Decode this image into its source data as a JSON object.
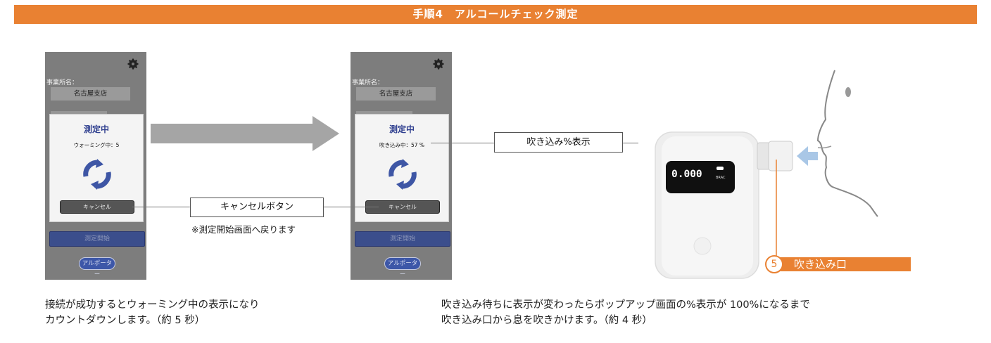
{
  "header": {
    "title": "手順4　アルコールチェック測定"
  },
  "screen1": {
    "office_label": "事業所名：",
    "office_name": "名古屋支店",
    "popup_title": "測定中",
    "popup_status": "ウォーミング中：5",
    "cancel_label": "キャンセル",
    "start_label": "測定開始",
    "logo_text": "アルポーター"
  },
  "screen2": {
    "office_label": "事業所名：",
    "office_name": "名古屋支店",
    "popup_title": "測定中",
    "popup_status": "吹き込み中：57 %",
    "cancel_label": "キャンセル",
    "start_label": "測定開始",
    "logo_text": "アルポーター"
  },
  "callouts": {
    "cancel_button": "キャンセルボタン",
    "cancel_note": "※測定開始画面へ戻ります",
    "blow_percent": "吹き込み%表示"
  },
  "device": {
    "display_value": "0.000",
    "display_unit": "BRAC",
    "mouthpiece_number": "5",
    "mouthpiece_label": "吹き込み口"
  },
  "captions": {
    "left_line1": "接続が成功するとウォーミング中の表示になり",
    "left_line2": "カウントダウンします。（約 5 秒）",
    "right_line1": "吹き込み待ちに表示が変わったらポップアップ画面の%表示が 100%になるまで",
    "right_line2": "吹き込み口から息を吹きかけます。（約 4 秒）"
  },
  "colors": {
    "accent": "#e98132",
    "popup_title": "#2f3f8f",
    "button": "#3b4e8c"
  }
}
